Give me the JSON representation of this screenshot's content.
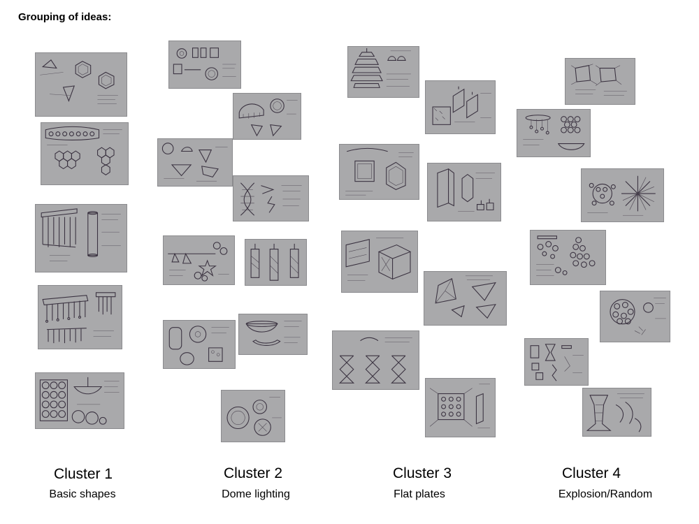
{
  "heading": "Grouping of ideas:",
  "clusters": [
    {
      "name": "Cluster 1",
      "subtitle": "Basic shapes"
    },
    {
      "name": "Cluster 2",
      "subtitle": "Dome lighting"
    },
    {
      "name": "Cluster 3",
      "subtitle": "Flat plates"
    },
    {
      "name": "Cluster 4",
      "subtitle": "Explosion/Random"
    }
  ],
  "sketch_fill_color": "#a9a9ab",
  "sketch_ink_color": "#3a3240"
}
